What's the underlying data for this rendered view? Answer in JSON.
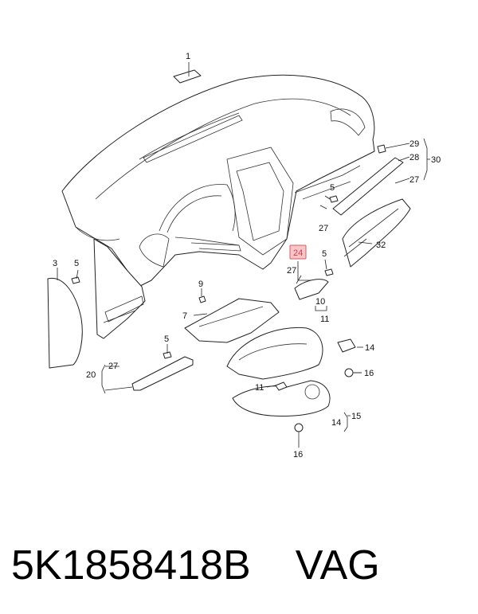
{
  "callouts": [
    {
      "id": "c1",
      "text": "1"
    },
    {
      "id": "c29",
      "text": "29"
    },
    {
      "id": "c28",
      "text": "28"
    },
    {
      "id": "c30",
      "text": "30"
    },
    {
      "id": "c27a",
      "text": "27"
    },
    {
      "id": "c5a",
      "text": "5"
    },
    {
      "id": "c27b",
      "text": "27"
    },
    {
      "id": "c32",
      "text": "32"
    },
    {
      "id": "c3",
      "text": "3"
    },
    {
      "id": "c5b",
      "text": "5"
    },
    {
      "id": "c24",
      "text": "24"
    },
    {
      "id": "c5c",
      "text": "5"
    },
    {
      "id": "c27c",
      "text": "27"
    },
    {
      "id": "c9",
      "text": "9"
    },
    {
      "id": "c7",
      "text": "7"
    },
    {
      "id": "c10",
      "text": "10"
    },
    {
      "id": "c11a",
      "text": "11"
    },
    {
      "id": "c5d",
      "text": "5"
    },
    {
      "id": "c14a",
      "text": "14"
    },
    {
      "id": "c27d",
      "text": "27"
    },
    {
      "id": "c20",
      "text": "20"
    },
    {
      "id": "c16a",
      "text": "16"
    },
    {
      "id": "c11b",
      "text": "11"
    },
    {
      "id": "c15",
      "text": "15"
    },
    {
      "id": "c14b",
      "text": "14"
    },
    {
      "id": "c16b",
      "text": "16"
    }
  ],
  "highlight_color": "#e05560",
  "footer": {
    "part_number": "5K1858418B",
    "brand": "VAG"
  }
}
